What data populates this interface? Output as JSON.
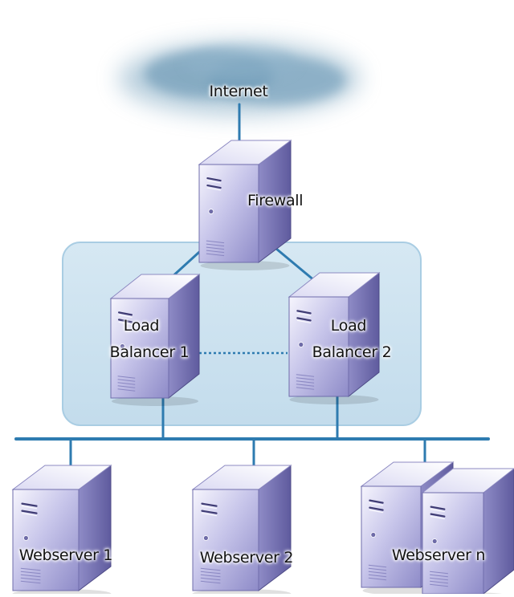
{
  "diagram": {
    "nodes": {
      "internet": {
        "label": "Internet",
        "kind": "cloud",
        "icon": "cloud-icon"
      },
      "firewall": {
        "label": "Firewall",
        "kind": "server",
        "icon": "server-tower-icon"
      },
      "lb1": {
        "label_line1": "Load",
        "label_line2": "Balancer 1",
        "kind": "server",
        "icon": "server-tower-icon"
      },
      "lb2": {
        "label_line1": "Load",
        "label_line2": "Balancer 2",
        "kind": "server",
        "icon": "server-tower-icon"
      },
      "web1": {
        "label": "Webserver 1",
        "kind": "server",
        "icon": "server-tower-icon"
      },
      "web2": {
        "label": "Webserver 2",
        "kind": "server",
        "icon": "server-tower-icon"
      },
      "webn": {
        "label": "Webserver n",
        "kind": "server-stack",
        "icon": "server-stack-icon"
      }
    },
    "edges": [
      {
        "from": "internet",
        "to": "firewall",
        "style": "solid"
      },
      {
        "from": "firewall",
        "to": "lb1",
        "style": "solid"
      },
      {
        "from": "firewall",
        "to": "lb2",
        "style": "solid"
      },
      {
        "from": "lb1",
        "to": "lb2",
        "style": "dotted"
      },
      {
        "from": "lb1",
        "to": "bus",
        "style": "solid"
      },
      {
        "from": "lb2",
        "to": "bus",
        "style": "solid"
      },
      {
        "from": "bus",
        "to": "web1",
        "style": "solid"
      },
      {
        "from": "bus",
        "to": "web2",
        "style": "solid"
      },
      {
        "from": "bus",
        "to": "webn",
        "style": "solid"
      }
    ],
    "colors": {
      "link": "#2e7bb0",
      "panel_fill": "#cde3f0",
      "panel_stroke": "#a9cde3",
      "cloud": "#6f9fbc",
      "server_front": "#b4b2de",
      "server_side": "#7d7ab8",
      "server_top": "#e7e6f6"
    }
  }
}
